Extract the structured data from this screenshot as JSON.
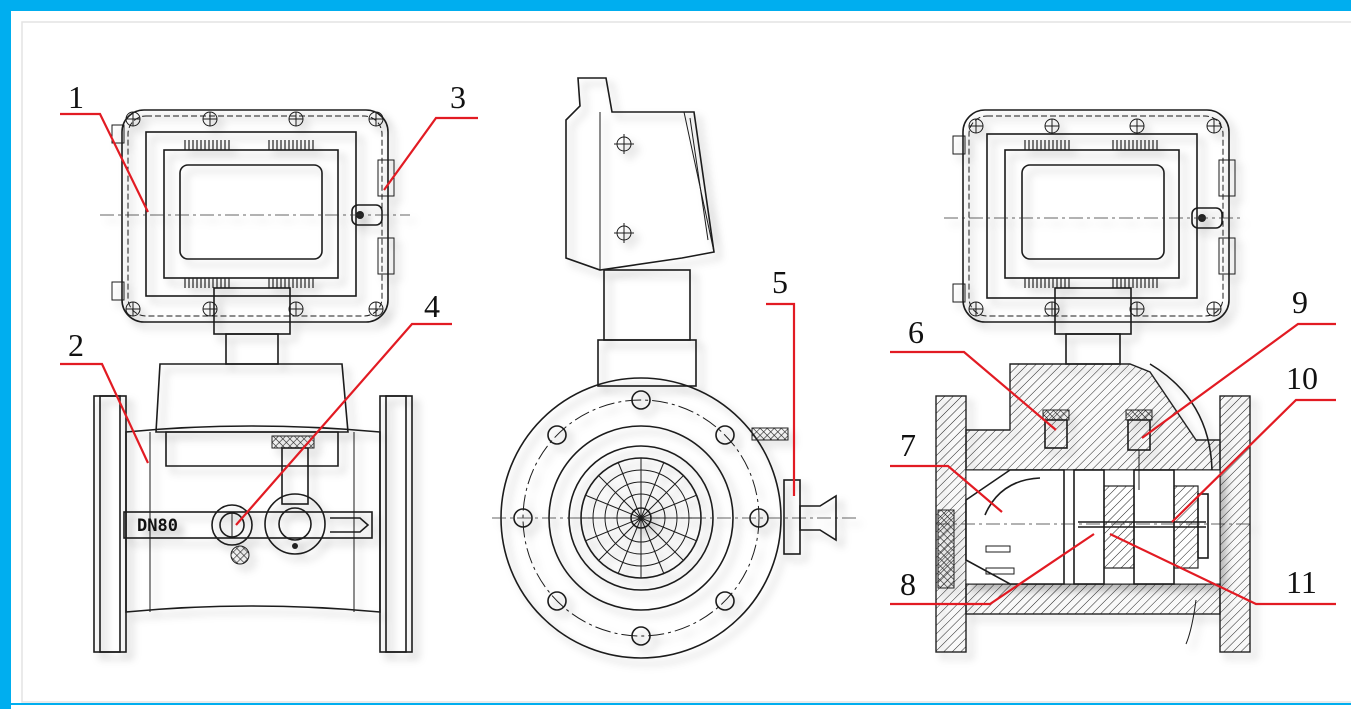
{
  "colors": {
    "frame": "#00aeef",
    "leader": "#e21b23",
    "line": "#1c1c1c"
  },
  "nameplate": "DN80",
  "labels": [
    {
      "id": "1",
      "text": "1"
    },
    {
      "id": "2",
      "text": "2"
    },
    {
      "id": "3",
      "text": "3"
    },
    {
      "id": "4",
      "text": "4"
    },
    {
      "id": "5",
      "text": "5"
    },
    {
      "id": "6",
      "text": "6"
    },
    {
      "id": "7",
      "text": "7"
    },
    {
      "id": "8",
      "text": "8"
    },
    {
      "id": "9",
      "text": "9"
    },
    {
      "id": "10",
      "text": "10"
    },
    {
      "id": "11",
      "text": "11"
    }
  ]
}
